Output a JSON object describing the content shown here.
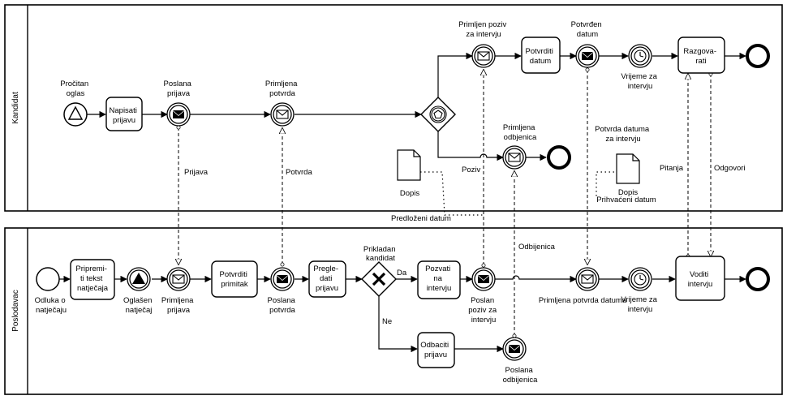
{
  "pools": {
    "candidate": "Kandidat",
    "employer": "Poslodavac"
  },
  "candidate": {
    "start": [
      "Pročitan",
      "oglas"
    ],
    "task_write": [
      "Napisati",
      "prijavu"
    ],
    "sent_application": [
      "Poslana",
      "prijava"
    ],
    "received_confirmation": [
      "Primljena",
      "potvrda"
    ],
    "received_invite": [
      "Primljen poziv",
      "za intervju"
    ],
    "task_confirm_date": [
      "Potvrditi",
      "datum"
    ],
    "confirmed_date": [
      "Potvrđen",
      "datum"
    ],
    "timer": [
      "Vrijeme za",
      "intervju"
    ],
    "task_talk": [
      "Razgova-",
      "rati"
    ],
    "received_rejection": [
      "Primljena",
      "odbjenica"
    ],
    "doc_dopis": "Dopis",
    "doc_confirm": [
      "Potvrda datuma",
      "za intervju"
    ],
    "doc_confirm_caption": "Dopis",
    "doc_accepted_date": "Prihvaćeni datum"
  },
  "messages": {
    "application": "Prijava",
    "confirmation": "Potvrda",
    "invite": "Poziv",
    "rejection": "Odbijenica",
    "question": "Pitanja",
    "answers": "Odgovori",
    "proposed_date": "Predloženi datum"
  },
  "employer": {
    "start": [
      "Odluka o",
      "natječaju"
    ],
    "task_prepare": [
      "Pripremi-",
      "ti tekst",
      "natječaja"
    ],
    "announced": [
      "Oglašen",
      "natječaj"
    ],
    "received_application": [
      "Primljena",
      "prijava"
    ],
    "task_confirm_receipt": [
      "Potvrditi",
      "primitak"
    ],
    "sent_confirmation": [
      "Poslana",
      "potvrda"
    ],
    "task_review": [
      "Pregle-",
      "dati",
      "prijavu"
    ],
    "gateway": [
      "Prikladan",
      "kandidat"
    ],
    "yes": "Da",
    "no": "Ne",
    "task_invite": [
      "Pozvati",
      "na",
      "intervju"
    ],
    "sent_invite": [
      "Poslan",
      "poziv za",
      "intervju"
    ],
    "received_date": "Primljena potvrda datuma",
    "timer": [
      "Vrijeme za",
      "intervju"
    ],
    "task_interview": [
      "Voditi",
      "intervju"
    ],
    "task_reject": [
      "Odbaciti",
      "prijavu"
    ],
    "sent_rejection": [
      "Poslana",
      "odbijenica"
    ]
  }
}
